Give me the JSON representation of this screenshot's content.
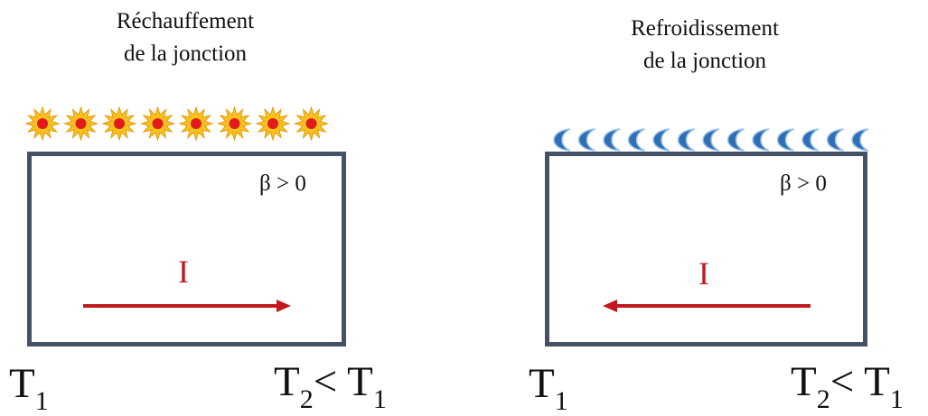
{
  "left_panel": {
    "caption_line1": "Réchauffement",
    "caption_line2": "de la jonction",
    "beta_label": "β > 0",
    "current_label": "I",
    "current_direction": "right",
    "temp_left_symbol": "T",
    "temp_left_sub": "1",
    "temp_right_symbol": "T",
    "temp_right_sub": "2",
    "temp_right_relation": "< T",
    "temp_right_relation_sub": "1",
    "decoration_icon": "sun-icon",
    "decoration_count": 8
  },
  "right_panel": {
    "caption_line1": "Refroidissement",
    "caption_line2": "de la jonction",
    "beta_label": "β > 0",
    "current_label": "I",
    "current_direction": "left",
    "temp_left_symbol": "T",
    "temp_left_sub": "1",
    "temp_right_symbol": "T",
    "temp_right_sub": "2",
    "temp_right_relation": "< T",
    "temp_right_relation_sub": "1",
    "decoration_icon": "cold-wave-icon",
    "decoration_count": 13
  },
  "colors": {
    "box_border": "#455266",
    "arrow": "#c0181e",
    "sun_outer": "#f7c21c",
    "sun_core": "#e11b1b",
    "wave": "#2f6fb3"
  }
}
